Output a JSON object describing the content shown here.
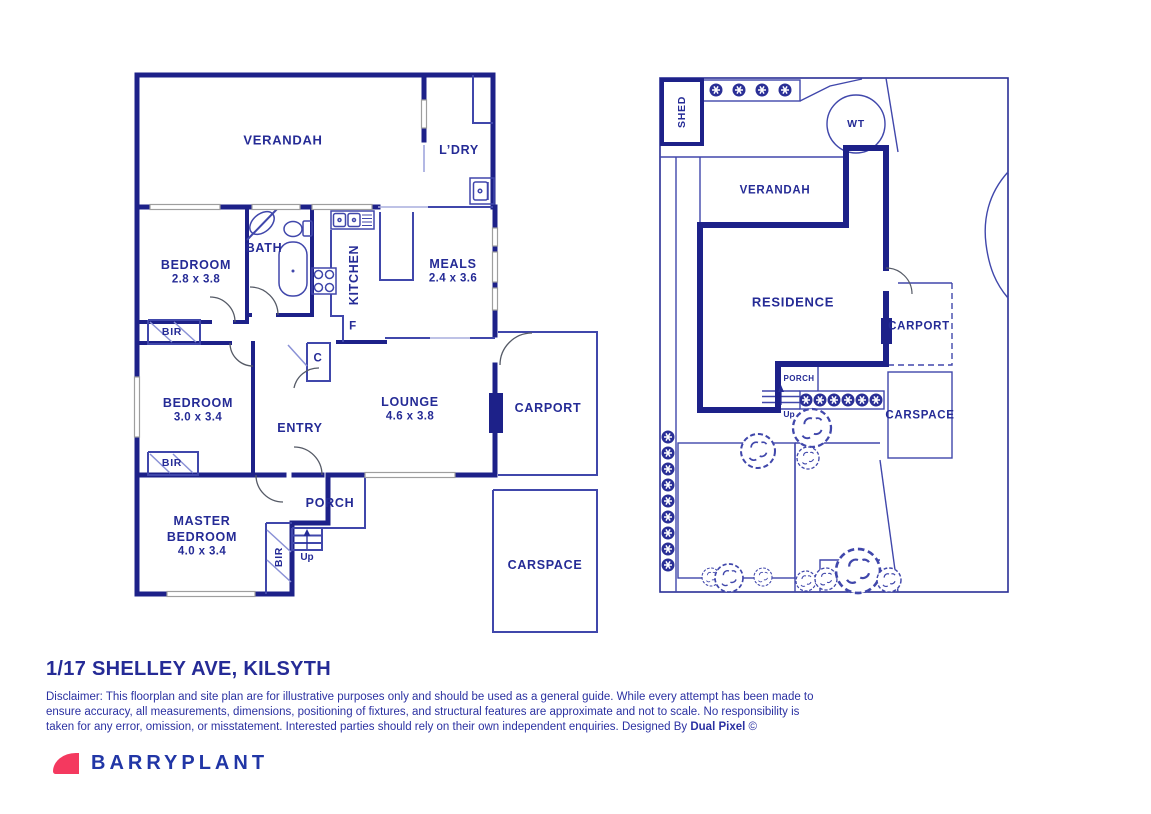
{
  "title": "1/17 SHELLEY AVE, KILSYTH",
  "disclaimer": {
    "line1": "Disclaimer: This floorplan and site plan are for illustrative purposes only and should be used as a general guide. While every attempt has been made to",
    "line2": "ensure accuracy, all measurements, dimensions, positioning of fixtures, and structural features are approximate and not to scale. No responsibility is",
    "line3_prefix": "taken for any error, omission, or misstatement. Interested parties should rely on their own independent enquiries. Designed By ",
    "line3_bold": "Dual Pixel",
    "line3_suffix": " ©"
  },
  "brand": {
    "name": "BARRYPLANT",
    "mark_color": "#f4395f",
    "text_color": "#2136a6"
  },
  "colors": {
    "wall_navy": "#1d2189",
    "thin_blue": "#4047ab",
    "light_blue": "#8a91d6",
    "window_gray": "#9e9e9e",
    "label_navy": "#252b96",
    "logo_pink": "#f4395f"
  },
  "floorplan": {
    "rooms": {
      "verandah": {
        "label": "VERANDAH"
      },
      "ldry": {
        "label": "L’DRY"
      },
      "bedroom1": {
        "label": "BEDROOM",
        "dim": "2.8 x 3.8"
      },
      "bath": {
        "label": "BATH"
      },
      "kitchen": {
        "label": "KITCHEN"
      },
      "meals": {
        "label": "MEALS",
        "dim": "2.4 x 3.6"
      },
      "bir1": {
        "label": "BIR"
      },
      "bedroom2": {
        "label": "BEDROOM",
        "dim": "3.0 x 3.4"
      },
      "entry": {
        "label": "ENTRY"
      },
      "lounge": {
        "label": "LOUNGE",
        "dim": "4.6 x 3.8"
      },
      "carport": {
        "label": "CARPORT"
      },
      "bir2": {
        "label": "BIR"
      },
      "master": {
        "l1": "MASTER",
        "l2": "BEDROOM",
        "dim": "4.0 x 3.4"
      },
      "bir3": {
        "label": "BIR"
      },
      "porch": {
        "label": "PORCH"
      },
      "up": {
        "label": "Up"
      },
      "carspace": {
        "label": "CARSPACE"
      },
      "fridge": {
        "label": "F"
      },
      "cupboard": {
        "label": "C"
      }
    }
  },
  "siteplan": {
    "labels": {
      "shed": "SHED",
      "water_tank": "WT",
      "verandah": "VERANDAH",
      "residence": "RESIDENCE",
      "carport": "CARPORT",
      "porch": "PORCH",
      "up": "Up",
      "carspace": "CARSPACE"
    }
  }
}
